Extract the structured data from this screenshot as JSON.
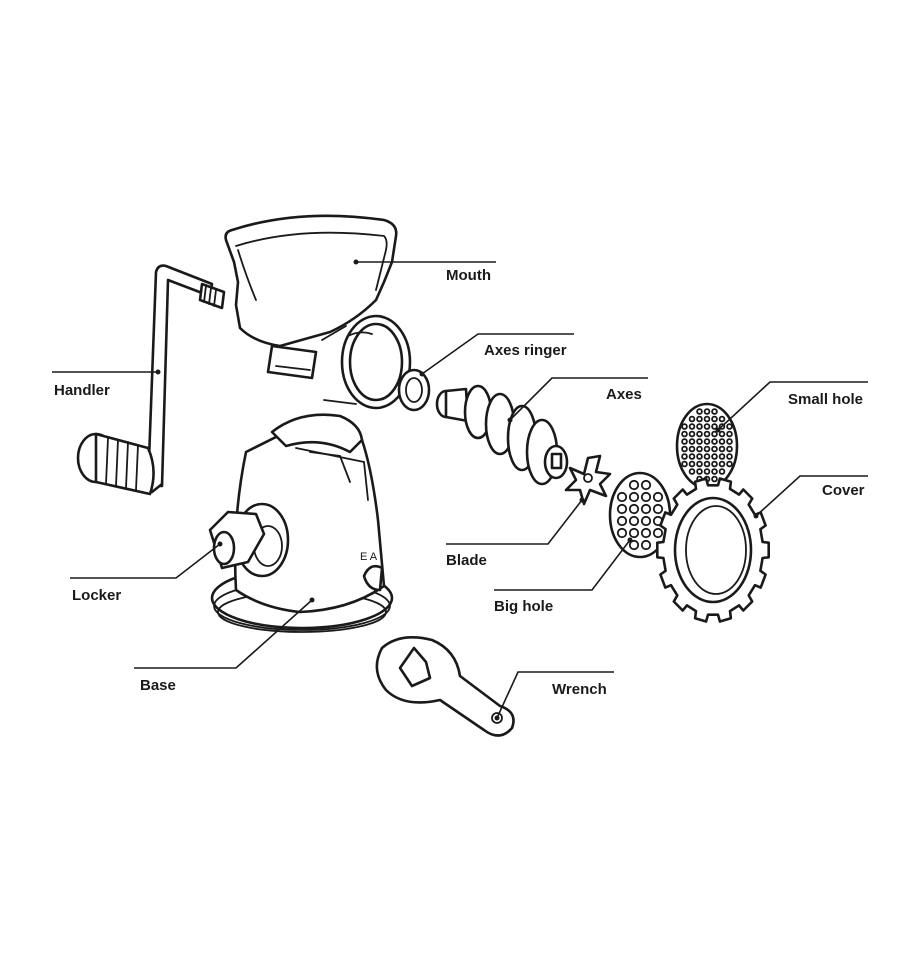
{
  "diagram": {
    "labels": {
      "mouth": "Mouth",
      "axes_ringer": "Axes ringer",
      "axes": "Axes",
      "small_hole": "Small hole",
      "cover": "Cover",
      "handler": "Handler",
      "blade": "Blade",
      "big_hole": "Big hole",
      "locker": "Locker",
      "base": "Base",
      "wrench": "Wrench"
    },
    "base_marking": "E A"
  }
}
